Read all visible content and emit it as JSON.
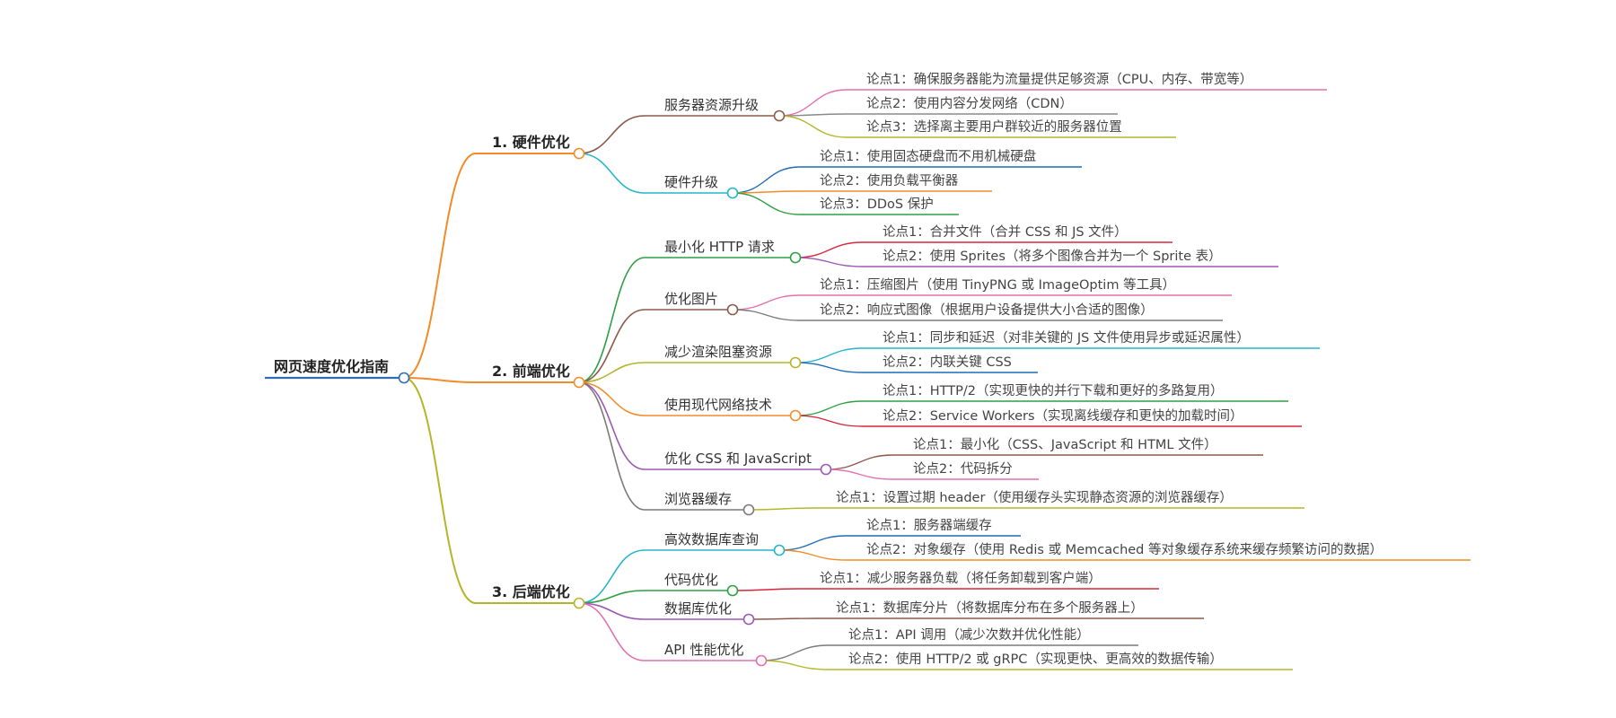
{
  "mindmap": {
    "root": {
      "label": "网页速度优化指南",
      "color": "#2f6db5"
    },
    "branches": [
      {
        "label": "1. 硬件优化",
        "color": "#f28c28",
        "children": [
          {
            "label": "服务器资源升级",
            "color": "#8b5a4a",
            "points": [
              {
                "label": "论点1：确保服务器能为流量提供足够资源（CPU、内存、带宽等）",
                "color": "#e36fb0"
              },
              {
                "label": "论点2：使用内容分发网络（CDN）",
                "color": "#8a8a8a"
              },
              {
                "label": "论点3：选择离主要用户群较近的服务器位置",
                "color": "#b5b52a"
              }
            ]
          },
          {
            "label": "硬件升级",
            "color": "#23b5c9",
            "points": [
              {
                "label": "论点1：使用固态硬盘而不用机械硬盘",
                "color": "#1f6bb5"
              },
              {
                "label": "论点2：使用负载平衡器",
                "color": "#f28c28"
              },
              {
                "label": "论点3：DDoS 保护",
                "color": "#2ea043"
              }
            ]
          }
        ]
      },
      {
        "label": "2. 前端优化",
        "color": "#f28c28",
        "children": [
          {
            "label": "最小化 HTTP 请求",
            "color": "#2ea043",
            "points": [
              {
                "label": "论点1：合并文件（合并 CSS 和 JS 文件）",
                "color": "#d7263d"
              },
              {
                "label": "论点2：使用 Sprites（将多个图像合并为一个 Sprite 表）",
                "color": "#9b59b6"
              }
            ]
          },
          {
            "label": "优化图片",
            "color": "#8b5a4a",
            "points": [
              {
                "label": "论点1：压缩图片（使用 TinyPNG 或 ImageOptim 等工具）",
                "color": "#e36fb0"
              },
              {
                "label": "论点2：响应式图像（根据用户设备提供大小合适的图像）",
                "color": "#7a7a7a"
              }
            ]
          },
          {
            "label": "减少渲染阻塞资源",
            "color": "#b5b52a",
            "points": [
              {
                "label": "论点1：同步和延迟（对非关键的 JS 文件使用异步或延迟属性）",
                "color": "#23b5c9"
              },
              {
                "label": "论点2：内联关键 CSS",
                "color": "#1f6bb5"
              }
            ]
          },
          {
            "label": "使用现代网络技术",
            "color": "#f28c28",
            "points": [
              {
                "label": "论点1：HTTP/2（实现更快的并行下载和更好的多路复用）",
                "color": "#2ea043"
              },
              {
                "label": "论点2：Service Workers（实现离线缓存和更快的加载时间）",
                "color": "#d7263d"
              }
            ]
          },
          {
            "label": "优化 CSS 和 JavaScript",
            "color": "#9b59b6",
            "points": [
              {
                "label": "论点1：最小化（CSS、JavaScript 和 HTML 文件）",
                "color": "#8b5a4a"
              },
              {
                "label": "论点2：代码拆分",
                "color": "#e36fb0"
              }
            ]
          },
          {
            "label": "浏览器缓存",
            "color": "#7a7a7a",
            "points": [
              {
                "label": "论点1：设置过期 header（使用缓存头实现静态资源的浏览器缓存）",
                "color": "#b5b52a"
              }
            ]
          }
        ]
      },
      {
        "label": "3. 后端优化",
        "color": "#b5b52a",
        "children": [
          {
            "label": "高效数据库查询",
            "color": "#23b5c9",
            "points": [
              {
                "label": "论点1：服务器端缓存",
                "color": "#1f6bb5"
              },
              {
                "label": "论点2：对象缓存（使用 Redis 或 Memcached 等对象缓存系统来缓存频繁访问的数据）",
                "color": "#f28c28"
              }
            ]
          },
          {
            "label": "代码优化",
            "color": "#2ea043",
            "points": [
              {
                "label": "论点1：减少服务器负载（将任务卸载到客户端）",
                "color": "#d7263d"
              }
            ]
          },
          {
            "label": "数据库优化",
            "color": "#9b59b6",
            "points": [
              {
                "label": "论点1：数据库分片（将数据库分布在多个服务器上）",
                "color": "#8b5a4a"
              }
            ]
          },
          {
            "label": "API 性能优化",
            "color": "#e36fb0",
            "points": [
              {
                "label": "论点1：API 调用（减少次数并优化性能）",
                "color": "#7a7a7a"
              },
              {
                "label": "论点2：使用 HTTP/2 或 gRPC（实现更快、更高效的数据传输）",
                "color": "#b5b52a"
              }
            ]
          }
        ]
      }
    ]
  }
}
